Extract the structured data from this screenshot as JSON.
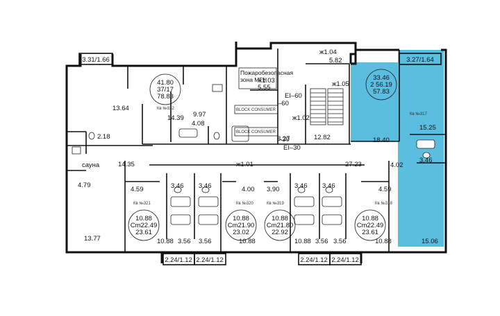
{
  "colors": {
    "highlight": "#5bbde0",
    "wall": "#111111",
    "background": "#ffffff"
  },
  "balconies": {
    "top_left": "3.31/1.66",
    "top_right": "3.27/1.64",
    "bottom": [
      "2.24/1.12",
      "2.24/1.12",
      "2.24/1.12",
      "2.24/1.12"
    ]
  },
  "circles": {
    "kv322": [
      "41.80",
      "37/17",
      "78.83"
    ],
    "kv317": [
      "33.46",
      "2 56.19",
      "57.83"
    ],
    "kv321": [
      "10.88",
      "Cm22.49",
      "23.61"
    ],
    "kv320": [
      "10.88",
      "Cm21.90",
      "23.02"
    ],
    "kv319": [
      "10.88",
      "Cm21.80",
      "22.92"
    ],
    "kv318": [
      "10.88",
      "Cm22.49",
      "23.61"
    ]
  },
  "apartments": {
    "kv322": "Кв №322",
    "kv317": "Кв №317",
    "kv321": "Кв №321",
    "kv320": "Кв №320",
    "kv319": "Кв №319",
    "kv318": "Кв №318"
  },
  "safe_zone": [
    "Пожаробезопасная",
    "зона МГН"
  ],
  "fire_ratings": {
    "ei60_a": "EI–60",
    "ei60_b": "–60",
    "ei30_a": "–30",
    "ei30_b": "EI–30"
  },
  "equipment": {
    "a": "BLOCK CONSUMER",
    "b": "BLOCK CONSUMER"
  },
  "rooms": {
    "r1364": "13.64",
    "r1439": "14.39",
    "r997": "9.97",
    "r408": "4.08",
    "r218": "2.18",
    "sauna": "сауна",
    "r1435": "14.35",
    "r479": "4.79",
    "r1377": "13.77",
    "r459a": "4.59",
    "r346a": "3.46",
    "r346b": "3.46",
    "r400": "4.00",
    "r390": "3.90",
    "r346c": "3.46",
    "r346d": "3.46",
    "r459b": "4.59",
    "r1088a": "10.88",
    "r356a": "3.56",
    "r356b": "3.56",
    "r1088b": "10.88",
    "r1088c": "10.88",
    "r356c": "3.56",
    "r356d": "3.56",
    "r1088d": "10.88",
    "r1840": "18.40",
    "r1525": "15.25",
    "r346e": "3.46",
    "r402": "4.02",
    "r1506": "15.06",
    "r1282": "12.82",
    "r827": "8.27",
    "r2723": "27.23",
    "r582": "5.82",
    "r555": "5.55"
  },
  "corridor_labels": {
    "c101": "ж1.01",
    "c102": "ж1.02",
    "c103": "ж1.03",
    "c104": "ж1.04",
    "c105": "ж1.05"
  }
}
